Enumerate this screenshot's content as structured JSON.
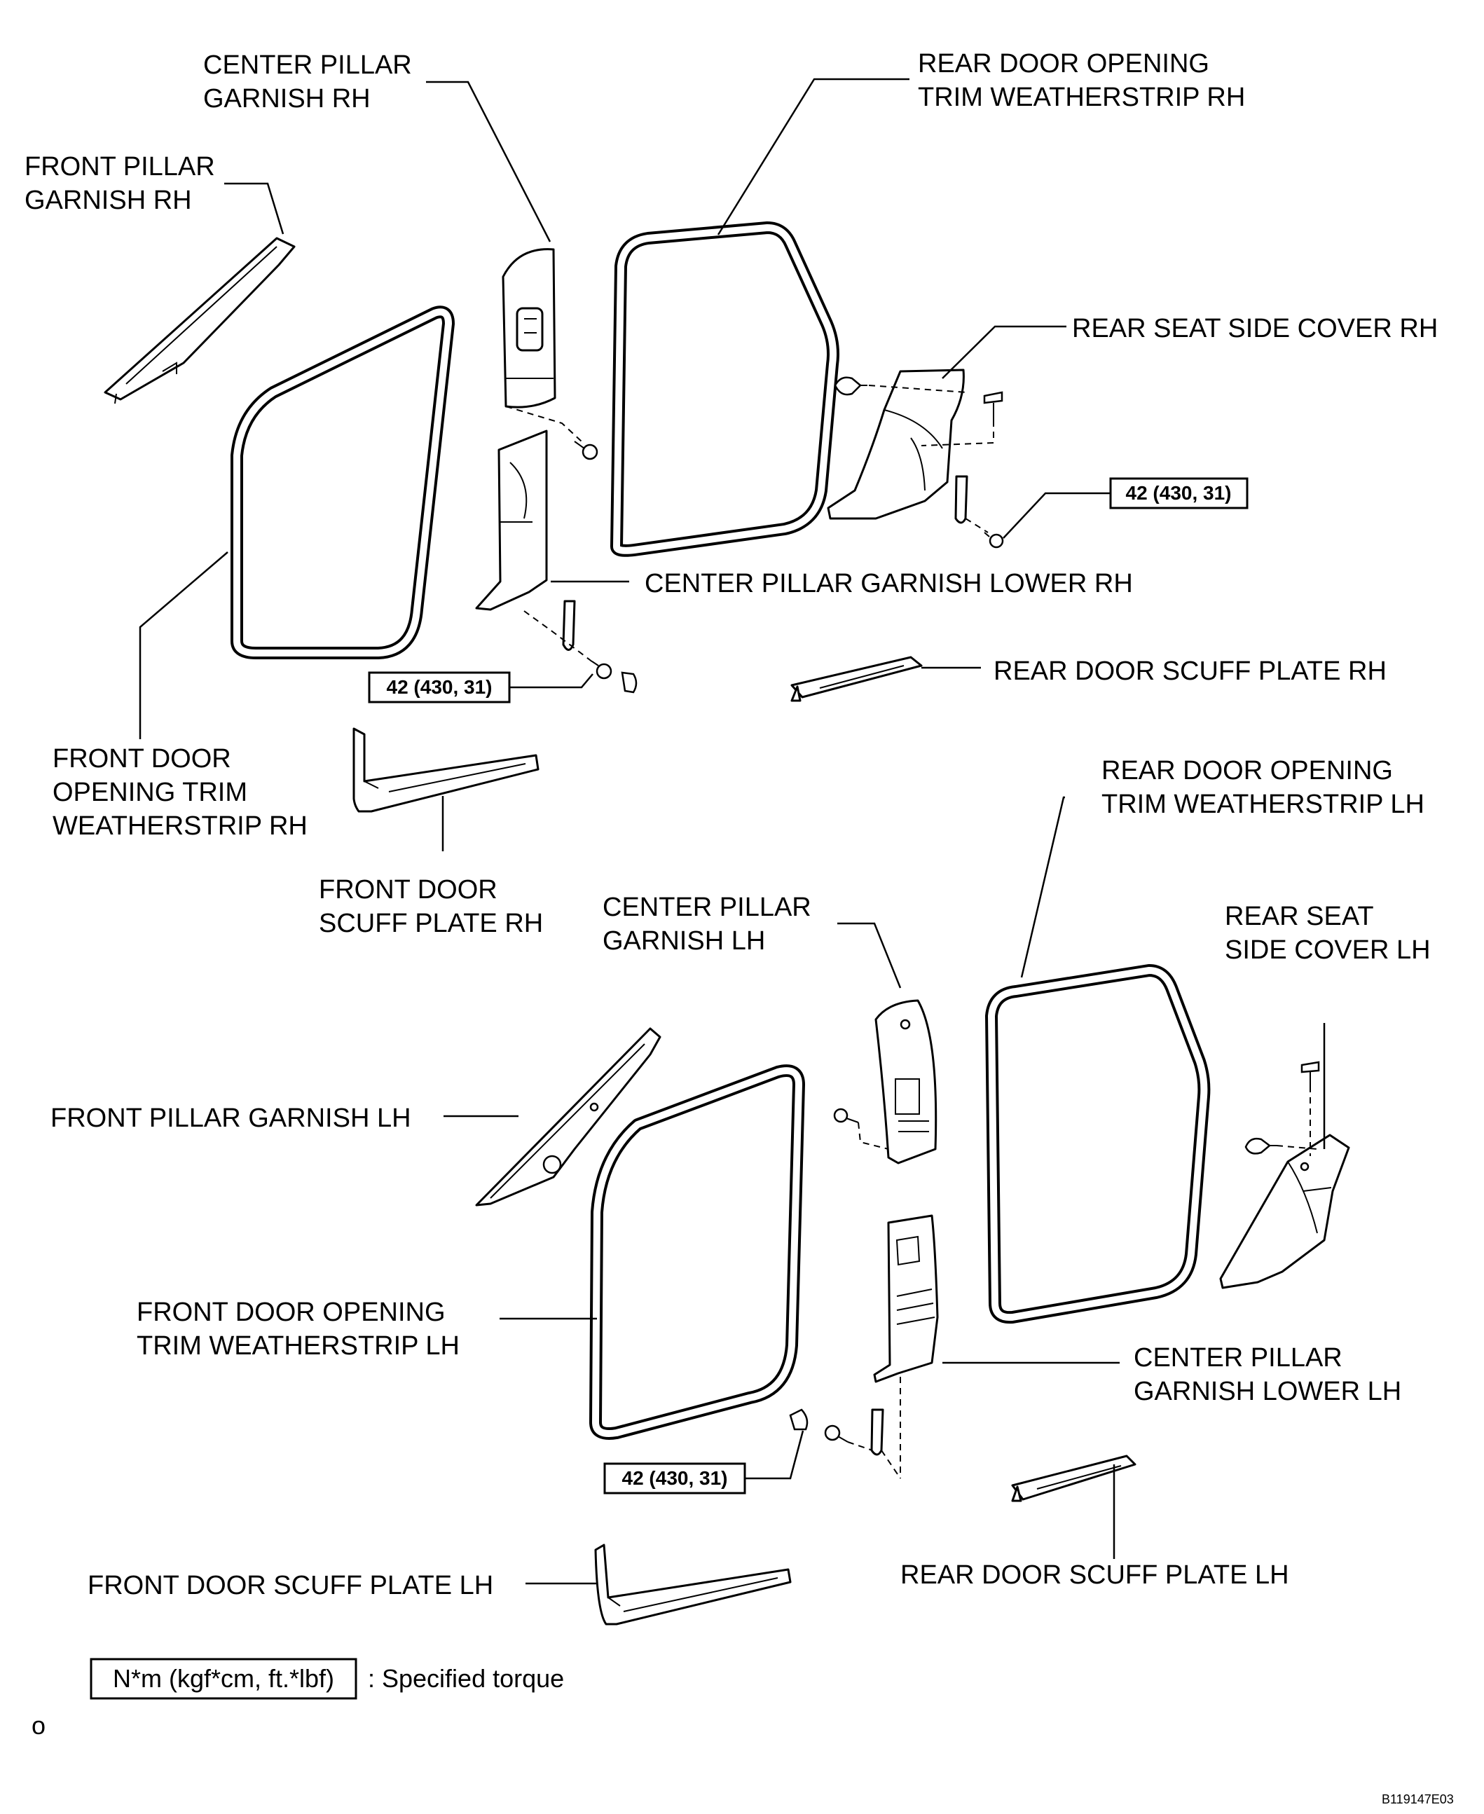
{
  "labels": {
    "center_pillar_garnish_rh": [
      "CENTER PILLAR",
      "GARNISH RH"
    ],
    "rear_door_opening_trim_weatherstrip_rh": [
      "REAR DOOR OPENING",
      "TRIM WEATHERSTRIP RH"
    ],
    "front_pillar_garnish_rh": [
      "FRONT PILLAR",
      "GARNISH RH"
    ],
    "rear_seat_side_cover_rh": [
      "REAR SEAT SIDE COVER RH"
    ],
    "center_pillar_garnish_lower_rh": [
      "CENTER PILLAR GARNISH LOWER RH"
    ],
    "rear_door_scuff_plate_rh": [
      "REAR DOOR SCUFF PLATE RH"
    ],
    "front_door_opening_trim_weatherstrip_rh": [
      "FRONT DOOR",
      "OPENING TRIM",
      "WEATHERSTRIP RH"
    ],
    "rear_door_opening_trim_weatherstrip_lh": [
      "REAR DOOR OPENING",
      "TRIM WEATHERSTRIP LH"
    ],
    "front_door_scuff_plate_rh": [
      "FRONT DOOR",
      "SCUFF PLATE RH"
    ],
    "center_pillar_garnish_lh": [
      "CENTER PILLAR",
      "GARNISH LH"
    ],
    "rear_seat_side_cover_lh": [
      "REAR SEAT",
      "SIDE COVER LH"
    ],
    "front_pillar_garnish_lh": [
      "FRONT PILLAR GARNISH LH"
    ],
    "front_door_opening_trim_weatherstrip_lh": [
      "FRONT DOOR OPENING",
      "TRIM WEATHERSTRIP LH"
    ],
    "center_pillar_garnish_lower_lh": [
      "CENTER PILLAR",
      "GARNISH LOWER LH"
    ],
    "rear_door_scuff_plate_lh": [
      "REAR DOOR SCUFF PLATE LH"
    ],
    "front_door_scuff_plate_lh": [
      "FRONT DOOR SCUFF PLATE LH"
    ]
  },
  "torque": {
    "rear_seat_rh": "42 (430, 31)",
    "center_pillar_rh": "42 (430, 31)",
    "center_pillar_lh": "42 (430, 31)"
  },
  "legend": {
    "unit_box": "N*m (kgf*cm, ft.*lbf)",
    "unit_desc": ": Specified torque"
  },
  "corner_mark": "o",
  "figure_code": "B119147E03"
}
